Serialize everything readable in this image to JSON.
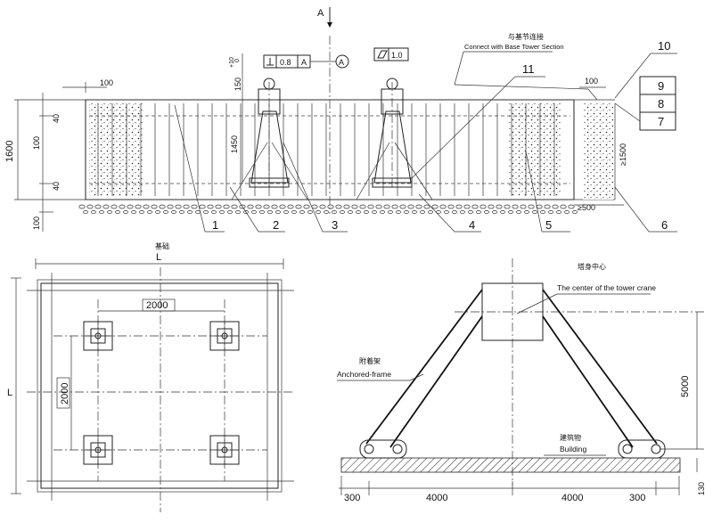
{
  "section_view": {
    "section_label": "A",
    "flatness_value": "0.8",
    "flatness_datum": "A",
    "datum_circle": "A",
    "parallel_value": "1.0",
    "connect_note_cn": "与基节连接",
    "connect_note_en": "Connect with Base Tower Section",
    "dim_depth": "1600",
    "dim_top_cover": "40",
    "dim_bottom_cover": "40",
    "dim_base_layer": "100",
    "dim_edge": "100",
    "dim_embed": "1450",
    "dim_tolerance": "150",
    "dim_tol_plus": "+10",
    "dim_tol_zero": "0",
    "dim_right_top": "100",
    "dim_min_depth": "≥1500",
    "dim_min_width": "≥500",
    "part_numbers": [
      "1",
      "2",
      "3",
      "4",
      "5",
      "6",
      "7",
      "8",
      "9",
      "10",
      "11"
    ]
  },
  "plan_view": {
    "dim_L_horizontal": "L",
    "dim_L_vertical": "L",
    "small_label": "基础",
    "dim_spacing_h": "2000",
    "dim_spacing_v": "2000"
  },
  "anchor_view": {
    "center_label_cn": "塔身中心",
    "center_label_en": "The center of the tower crane",
    "frame_label_cn": "附着架",
    "frame_label_en": "Anchored-frame",
    "building_label_cn": "建筑物",
    "building_label_en": "Building",
    "dim_height": "5000",
    "dim_left_edge": "300",
    "dim_left_span": "4000",
    "dim_right_span": "4000",
    "dim_right_edge": "300",
    "dim_slab": "130"
  }
}
